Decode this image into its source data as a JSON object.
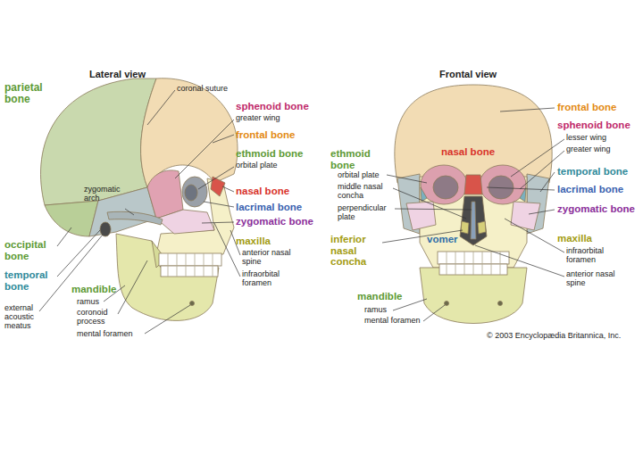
{
  "diagram": {
    "labels": [
      "Lateral view",
      "parietal bone",
      "coronal suture",
      "sphenoid bone",
      "greater wing",
      "frontal bone",
      "ethmoid bone",
      "orbital plate",
      "nasal bone",
      "lacrimal bone",
      "zygomatic bone",
      "maxilla",
      "anterior nasal spine",
      "infraorbital foramen",
      "zygomatic arch",
      "occipital bone",
      "temporal bone",
      "external acoustic meatus",
      "mandible",
      "ramus",
      "coronoid process",
      "mental foramen",
      "Frontal view",
      "ethmoid bone",
      "orbital plate",
      "middle nasal concha",
      "perpendicular plate",
      "nasal bone",
      "inferior nasal concha",
      "vomer",
      "mandible",
      "ramus",
      "mental foramen",
      "frontal bone",
      "sphenoid bone",
      "lesser wing",
      "greater wing",
      "temporal bone",
      "lacrimal bone",
      "zygomatic bone",
      "maxilla",
      "infraorbital foramen",
      "anterior nasal spine",
      "© 2003 Encyclopædia Britannica, Inc."
    ]
  }
}
